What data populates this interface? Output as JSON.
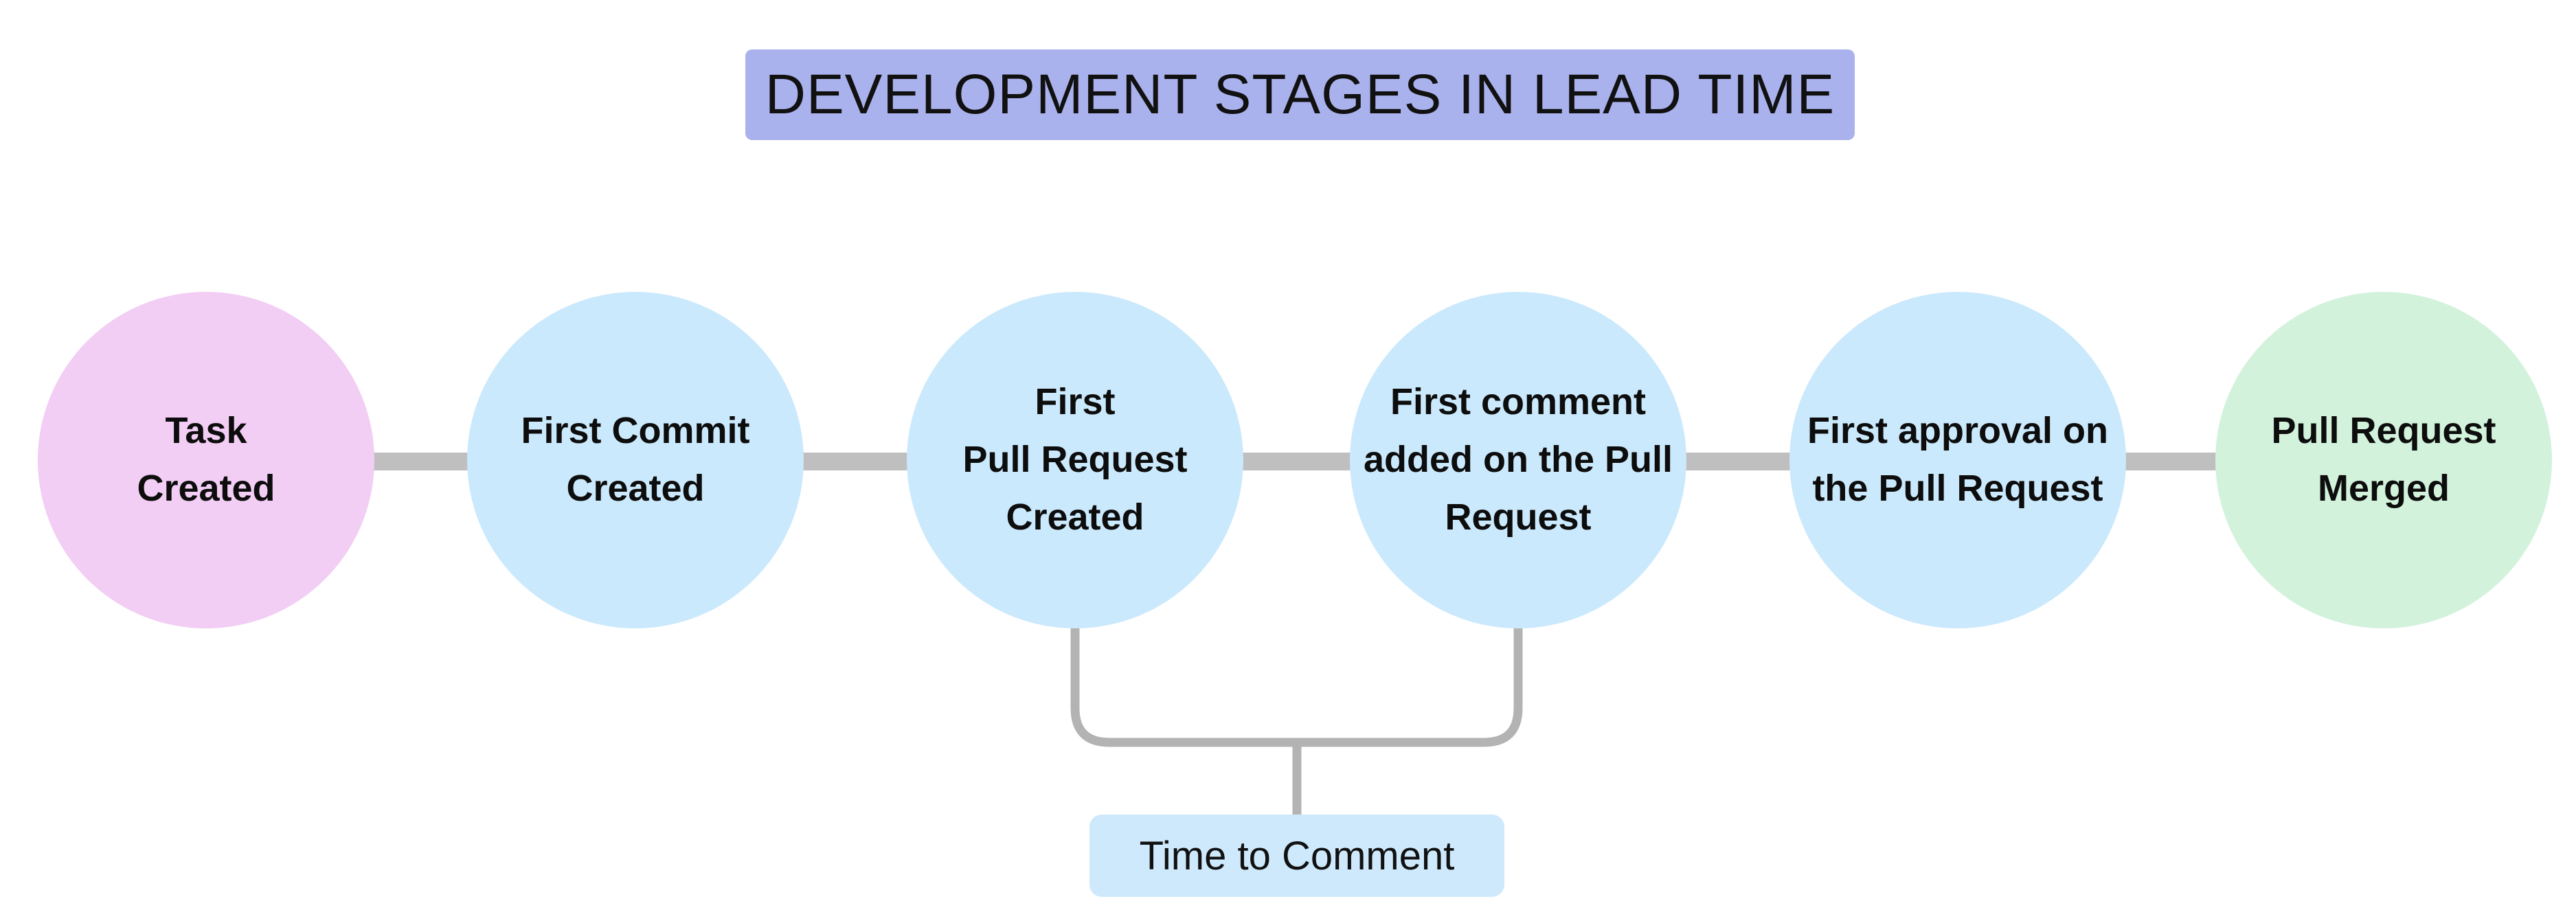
{
  "title": {
    "text": "DEVELOPMENT STAGES IN LEAD TIME",
    "bg": "#a9b2ec"
  },
  "stages": [
    {
      "id": "task-created",
      "label": "Task\nCreated",
      "color": "#f2cdf4"
    },
    {
      "id": "first-commit",
      "label": "First Commit\nCreated",
      "color": "#cbe9fc"
    },
    {
      "id": "first-pr",
      "label": "First\nPull Request\nCreated",
      "color": "#cbe9fc"
    },
    {
      "id": "first-comment",
      "label": "First comment\nadded on the Pull\nRequest",
      "color": "#cbe9fc"
    },
    {
      "id": "first-approval",
      "label": "First approval on\nthe Pull Request",
      "color": "#cbe9fc"
    },
    {
      "id": "pr-merged",
      "label": "Pull Request\nMerged",
      "color": "#d2f2dc"
    }
  ],
  "annotation": {
    "label": "Time to Comment",
    "bg": "#cee9fc",
    "connects": [
      "first-pr",
      "first-comment"
    ]
  },
  "colors": {
    "background": "#ffffff",
    "connector": "#bfbfbf",
    "bracket": "#b3b3b3",
    "text": "#111111"
  }
}
